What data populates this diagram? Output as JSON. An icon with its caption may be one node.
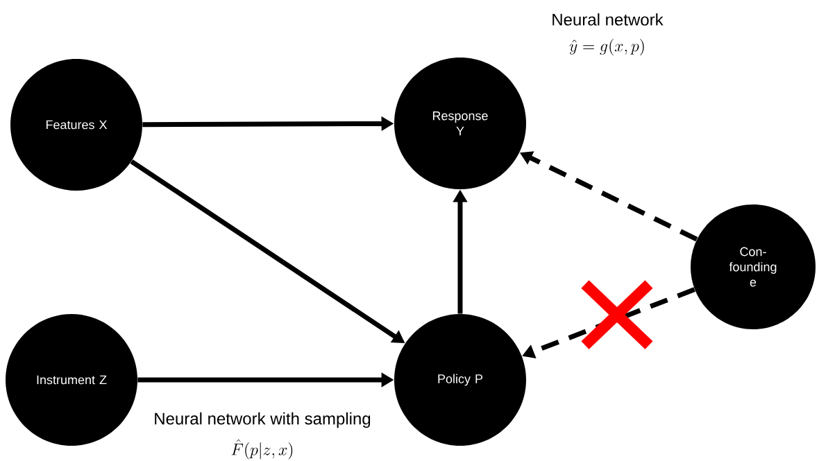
{
  "diagram": {
    "nodes": [
      {
        "text": [
          "Features X"
        ]
      },
      {
        "text": [
          "Response Y"
        ]
      },
      {
        "text": [
          "Instrument Z"
        ]
      },
      {
        "text": [
          "Policy P"
        ]
      },
      {
        "text": [
          "Con- founding e"
        ]
      }
    ],
    "edges": [
      {
        "from": 0,
        "to": 1,
        "arrow": "to"
      },
      {
        "from": 0,
        "to": 3,
        "arrow": "to"
      },
      {
        "from": 2,
        "to": 3,
        "arrow": "to"
      },
      {
        "from": 3,
        "to": 1,
        "arrow": "to"
      },
      {
        "from": 4,
        "to": 1,
        "arrow": "to",
        "style": "dashed"
      },
      {
        "from": 4,
        "to": 3,
        "arrow": "to",
        "style": "dashed"
      }
    ],
    "labels": [
      "Neural network",
      "\\hat{y} = g(x,p)",
      "Neural network with sampling",
      "\\hat{F}(p|z,x)"
    ]
  }
}
